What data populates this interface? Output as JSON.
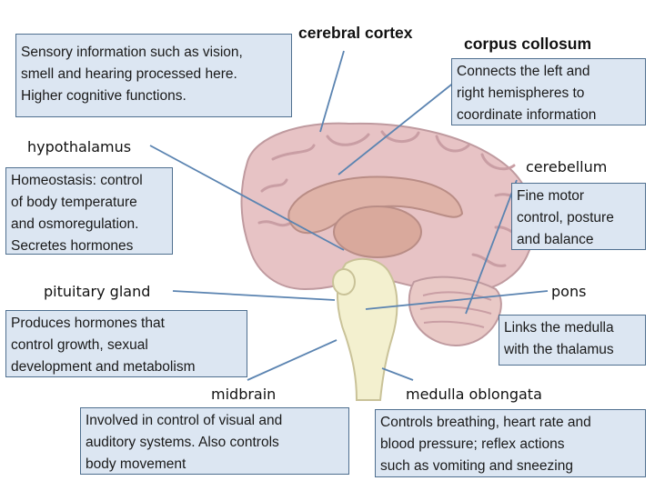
{
  "labels": {
    "cerebral_cortex": {
      "title": "cerebral cortex",
      "lines": [
        "Sensory information such as vision,",
        "smell and hearing processed here.",
        "Higher cognitive functions."
      ]
    },
    "corpus_collosum": {
      "title": "corpus collosum",
      "lines": [
        "Connects the left and",
        "right hemispheres to",
        "coordinate information"
      ]
    },
    "hypothalamus": {
      "title": "hypothalamus",
      "lines": [
        "Homeostasis: control",
        "of body temperature",
        "and osmoregulation.",
        "Secretes hormones"
      ]
    },
    "cerebellum": {
      "title": "cerebellum",
      "lines": [
        "Fine motor",
        "control, posture",
        "and balance"
      ]
    },
    "pituitary_gland": {
      "title": "pituitary gland",
      "lines": [
        "Produces  hormones that",
        "control growth, sexual",
        "development and metabolism"
      ]
    },
    "pons": {
      "title": "pons",
      "lines": [
        "Links the medulla",
        "with the thalamus"
      ]
    },
    "midbrain": {
      "title": "midbrain",
      "lines": [
        "Involved in control of visual and",
        "auditory systems. Also controls",
        "body movement"
      ]
    },
    "medulla_oblongata": {
      "title": "medulla oblongata",
      "lines": [
        "Controls breathing, heart rate and",
        "blood pressure; reflex actions",
        "such as vomiting and sneezing"
      ]
    }
  },
  "colors": {
    "box_fill": "#dce6f2",
    "box_border": "#4f6f8f",
    "cortex": "#e7c3c5",
    "cortex_fold": "#c99ea4",
    "inner": "#dfb3a8",
    "brainstem": "#f3f0cf",
    "cerebellum": "#e9c9c6",
    "pointer_line": "#5b84b1"
  }
}
